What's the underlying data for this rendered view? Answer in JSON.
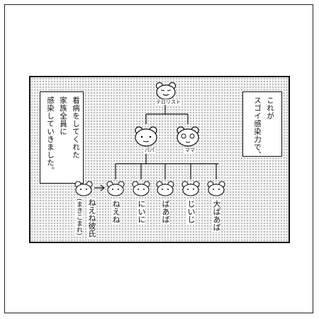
{
  "panel": {
    "left_text": [
      "看病をしてくれた",
      "家族全員に",
      "感染していきました。"
    ],
    "right_text": [
      "これが",
      "スゴイ感染力で、"
    ]
  },
  "tree": {
    "root": {
      "label": "テロリスト"
    },
    "parents": [
      {
        "label": "パパ"
      },
      {
        "label": "ママ"
      }
    ],
    "children": [
      {
        "label": "ねえね"
      },
      {
        "label": "にいに"
      },
      {
        "label": "ばあば"
      },
      {
        "label": "じいじ"
      },
      {
        "label": "大ばあば"
      }
    ],
    "side": {
      "label": "ねえね彼氏",
      "note": "(まきこまれ)"
    }
  },
  "colors": {
    "ink": "#111111",
    "screentone": "#8c8c8c",
    "paper": "#ffffff"
  }
}
